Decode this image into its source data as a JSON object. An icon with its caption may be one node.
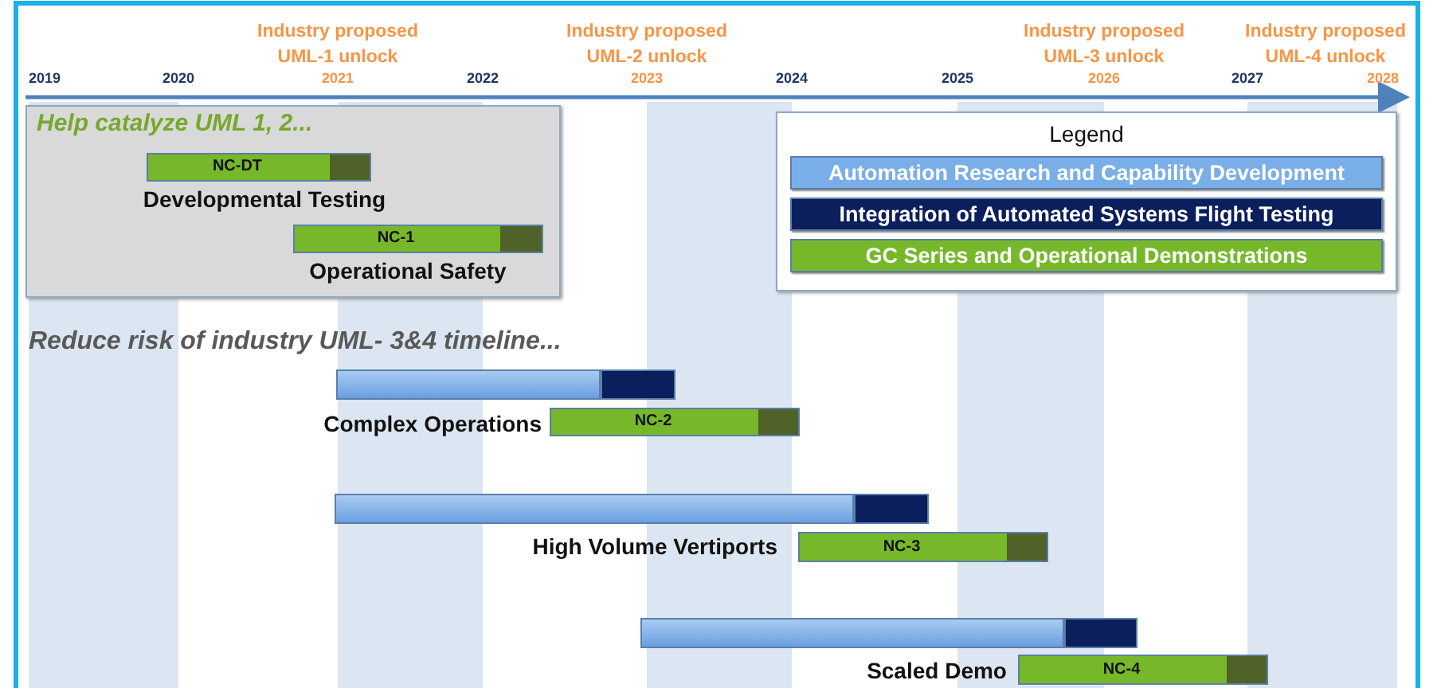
{
  "diagram": {
    "nodes": [
      {
        "text": [
          "Help catalyze UML 1, 2..."
        ]
      },
      {
        "text": [
          "NC-DT"
        ],
        "in": 0,
        "beside": [
          "Developmental Testing"
        ]
      },
      {
        "text": [
          "NC-1"
        ],
        "in": 0,
        "beside": [
          "Operational Safety"
        ]
      },
      {
        "text": [],
        "shape": "bar"
      },
      {
        "text": [],
        "shape": "bar"
      },
      {
        "text": [
          "NC-2"
        ],
        "beside": [
          "Complex Operations"
        ]
      },
      {
        "text": [],
        "shape": "bar"
      },
      {
        "text": [],
        "shape": "bar"
      },
      {
        "text": [
          "NC-3"
        ],
        "beside": [
          "High Volume Vertiports"
        ]
      },
      {
        "text": [],
        "shape": "bar"
      },
      {
        "text": [],
        "shape": "bar"
      },
      {
        "text": [
          "NC-4"
        ],
        "beside": [
          "Scaled Demo"
        ]
      }
    ],
    "edges": [],
    "labels": [
      "Industry proposed UML-1 unlock",
      "Industry proposed UML-2 unlock",
      "Industry proposed UML-3 unlock",
      "Industry proposed UML-4 unlock",
      "2019",
      "2020",
      "2021",
      "2022",
      "2023",
      "2024",
      "2025",
      "2026",
      "2027",
      "2028",
      "Legend",
      "Reduce risk of industry UML- 3&4 timeline..."
    ],
    "legend": [
      {
        "text": "Automation Research and Capability Development",
        "color": "#7aaee8"
      },
      {
        "text": "Integration of Automated Systems Flight Testing",
        "color": "#0b1f5c"
      },
      {
        "text": "GC Series and Operational Demonstrations",
        "color": "#76b82a"
      }
    ]
  }
}
